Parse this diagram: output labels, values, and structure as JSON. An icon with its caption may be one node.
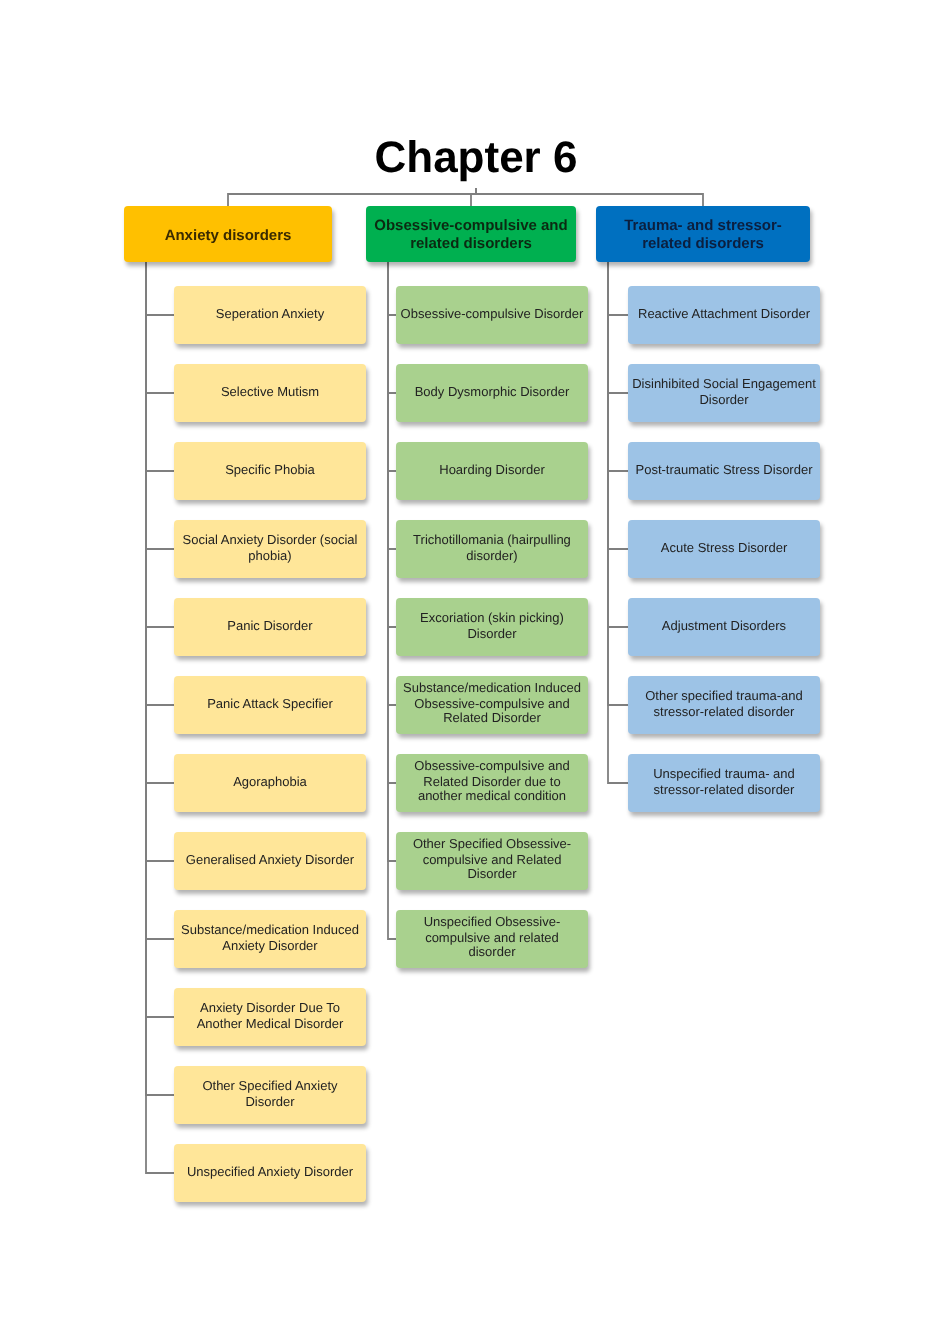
{
  "diagram": {
    "nodes": [
      {
        "text": [
          "Chapter 6"
        ]
      },
      {
        "text": [
          "Anxiety disorders"
        ]
      },
      {
        "text": [
          "Obsessive-compulsive and related disorders"
        ]
      },
      {
        "text": [
          "Trauma- and stressor- related disorders"
        ]
      },
      {
        "text": [
          "Seperation Anxiety"
        ]
      },
      {
        "text": [
          "Selective Mutism"
        ]
      },
      {
        "text": [
          "Specific Phobia"
        ]
      },
      {
        "text": [
          "Social Anxiety Disorder (social phobia)"
        ]
      },
      {
        "text": [
          "Panic Disorder"
        ]
      },
      {
        "text": [
          "Panic Attack Specifier"
        ]
      },
      {
        "text": [
          "Agoraphobia"
        ]
      },
      {
        "text": [
          "Generalised Anxiety Disorder"
        ]
      },
      {
        "text": [
          "Substance/medication Induced Anxiety Disorder"
        ]
      },
      {
        "text": [
          "Anxiety Disorder Due To Another Medical Disorder"
        ]
      },
      {
        "text": [
          "Other Specified Anxiety Disorder"
        ]
      },
      {
        "text": [
          "Unspecified Anxiety Disorder"
        ]
      },
      {
        "text": [
          "Obsessive-compulsive Disorder"
        ]
      },
      {
        "text": [
          "Body Dysmorphic Disorder"
        ]
      },
      {
        "text": [
          "Hoarding Disorder"
        ]
      },
      {
        "text": [
          "Trichotillomania (hairpulling disorder)"
        ]
      },
      {
        "text": [
          "Excoriation (skin picking) Disorder"
        ]
      },
      {
        "text": [
          "Substance/medication Induced Obsessive-compulsive and Related Disorder"
        ]
      },
      {
        "text": [
          "Obsessive-compulsive and Related Disorder due to another medical condition"
        ]
      },
      {
        "text": [
          "Other Specified Obsessive-compulsive and Related Disorder"
        ]
      },
      {
        "text": [
          "Unspecified Obsessive-compulsive and related disorder"
        ]
      },
      {
        "text": [
          "Reactive Attachment Disorder"
        ]
      },
      {
        "text": [
          "Disinhibited Social Engagement Disorder"
        ]
      },
      {
        "text": [
          "Post-traumatic Stress Disorder"
        ]
      },
      {
        "text": [
          "Acute Stress Disorder"
        ]
      },
      {
        "text": [
          "Adjustment Disorders"
        ]
      },
      {
        "text": [
          "Other specified trauma-and stressor-related disorder"
        ]
      },
      {
        "text": [
          "Unspecified trauma- and stressor-related disorder"
        ]
      }
    ],
    "edges": [
      {
        "from": 0,
        "to": 1,
        "arrow": "none"
      },
      {
        "from": 0,
        "to": 2,
        "arrow": "none"
      },
      {
        "from": 0,
        "to": 3,
        "arrow": "none"
      },
      {
        "from": 1,
        "to": 4,
        "arrow": "none"
      },
      {
        "from": 1,
        "to": 5,
        "arrow": "none"
      },
      {
        "from": 1,
        "to": 6,
        "arrow": "none"
      },
      {
        "from": 1,
        "to": 7,
        "arrow": "none"
      },
      {
        "from": 1,
        "to": 8,
        "arrow": "none"
      },
      {
        "from": 1,
        "to": 9,
        "arrow": "none"
      },
      {
        "from": 1,
        "to": 10,
        "arrow": "none"
      },
      {
        "from": 1,
        "to": 11,
        "arrow": "none"
      },
      {
        "from": 1,
        "to": 12,
        "arrow": "none"
      },
      {
        "from": 1,
        "to": 13,
        "arrow": "none"
      },
      {
        "from": 1,
        "to": 14,
        "arrow": "none"
      },
      {
        "from": 1,
        "to": 15,
        "arrow": "none"
      },
      {
        "from": 2,
        "to": 16,
        "arrow": "none"
      },
      {
        "from": 2,
        "to": 17,
        "arrow": "none"
      },
      {
        "from": 2,
        "to": 18,
        "arrow": "none"
      },
      {
        "from": 2,
        "to": 19,
        "arrow": "none"
      },
      {
        "from": 2,
        "to": 20,
        "arrow": "none"
      },
      {
        "from": 2,
        "to": 21,
        "arrow": "none"
      },
      {
        "from": 2,
        "to": 22,
        "arrow": "none"
      },
      {
        "from": 2,
        "to": 23,
        "arrow": "none"
      },
      {
        "from": 2,
        "to": 24,
        "arrow": "none"
      },
      {
        "from": 3,
        "to": 25,
        "arrow": "none"
      },
      {
        "from": 3,
        "to": 26,
        "arrow": "none"
      },
      {
        "from": 3,
        "to": 27,
        "arrow": "none"
      },
      {
        "from": 3,
        "to": 28,
        "arrow": "none"
      },
      {
        "from": 3,
        "to": 29,
        "arrow": "none"
      },
      {
        "from": 3,
        "to": 30,
        "arrow": "none"
      },
      {
        "from": 3,
        "to": 31,
        "arrow": "none"
      }
    ]
  }
}
